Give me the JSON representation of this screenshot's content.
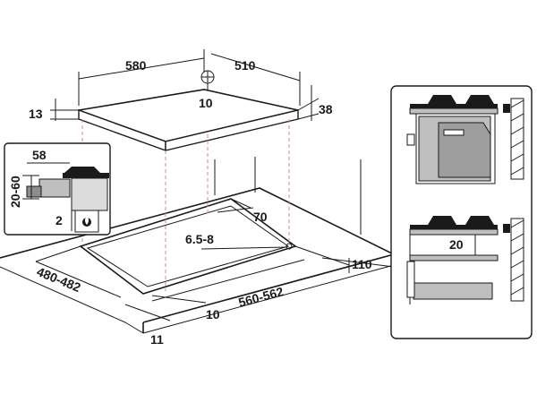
{
  "hob_dimensions": {
    "width": "580",
    "depth": "510",
    "gas_inlet": "10",
    "glass_thickness": "13",
    "height_right": "38"
  },
  "cutout_dimensions": {
    "back_offset": "70",
    "corner_radius": "6.5-8",
    "side_offset": "110",
    "cutout_depth": "480-482",
    "front_offset": "10",
    "cutout_width": "560-562",
    "front_margin": "11"
  },
  "burner_detail": {
    "width": "58",
    "height_range": "20-60",
    "gap": "2"
  },
  "oven_clearance": {
    "gap": "20"
  }
}
